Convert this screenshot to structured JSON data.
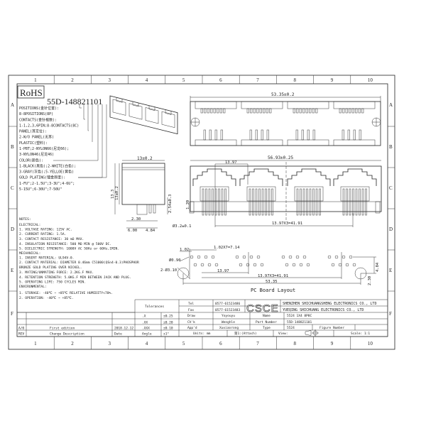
{
  "grid": {
    "columns": [
      "1",
      "2",
      "3",
      "4",
      "5",
      "6",
      "7",
      "8",
      "9",
      "10"
    ],
    "rows": [
      "A",
      "B",
      "C",
      "D",
      "E",
      "F"
    ]
  },
  "rohs": "RoHS",
  "part_code": "55D-148821101",
  "legend": [
    "POSITIONS(金针位置):",
    "8-8POSITIONS(8P)",
    "CONTACTS(金针根数):",
    "1-1,2,3,6PIN;8-8CONTACTS(8C)",
    "PANEL(耳定位):",
    "2-W/O PANEL(无耳)",
    "PLASTIC(塑料):",
    "1-PBT;2-NYLON66(尼龙66);",
    "3-NYLON46(尼龙46)",
    "COLOR(颜色):",
    "1-BLACK(黑色);2-WHITE(白色);",
    "3-GRAY(灰色);5-YELLOE(黄色)",
    "GOLD PLATING(镀金厚度):",
    "1-FU\";2-1.5U\";3-3U\";4-6U\";",
    "5-15U\";6-30U\";7-50U\""
  ],
  "notes": [
    "NOTES:",
    "ELECTRICAL:",
    "1. VOLTAGE RATING: 125V AC.",
    "2. CURRENT RATING: 1.5A.",
    "3. CONTACT RESISTANCE: 30 mΩ MAX.",
    "4. INSULATION RESISTANCE: 500 MΩ MIN @ 500V DC.",
    "5. DIELECTRIC STRENGTH: 1000V AC 50Hz or 60Hz,1MIN.",
    "MECHANICAL:",
    "1. INSERT MATERIAL: UL94V-0.",
    "2. CONTACT MATERIAL: DIAMETER 0.46mm C51000(QSn4-0.3)PHOSPHOR",
    "   BRONZE GOLD PLATING OVER NICKEL.",
    "3. MATING/UNMATING FORCE: 2.2KG.F MAX.",
    "4. RETENTION STRENGTH: 5.0KG.F MIN BETWEEN JACK AND PLUG.",
    "5. OPERATING LIFE: 750 CYCLES MIN.",
    "ENVIRONMENTAL:",
    "1. STORAGE: -40℃ ~ +85℃ RELATIVE HUMIDITY<70%.",
    "2. OPERATION: -40℃ ~ +85℃."
  ],
  "dimensions": {
    "top_width": "53.35±0.2",
    "side_width": "13±0.2",
    "side_height_outer": "13.3",
    "side_height": "13±0.2",
    "side_pin": "2.54±0.3",
    "side_a": "2.30",
    "side_b": "6.00",
    "side_c": "4.84",
    "front_width": "56.93±0.25",
    "front_pitch": "13.97",
    "front_pin_height": "1.20",
    "front_peg": "Ø3.2±0.1",
    "front_span": "13.97X3=41.91",
    "pcb_pitch_small": "1.02",
    "pcb_pitch_total": "1.02X7=7.14",
    "pcb_hole": "Ø0.90",
    "pcb_peg": "2-Ø3.10",
    "pcb_pitch": "13.97",
    "pcb_span": "13.97X3=41.91",
    "pcb_total": "53.35",
    "pcb_row": "4.84",
    "pcb_offset": "2.30"
  },
  "pcb_title": "PC Board Layout",
  "title_block": {
    "tolerances_label": "Tolerances",
    "tolerances": [
      {
        "key": ".X",
        "value": "±0.25"
      },
      {
        "key": ".XX",
        "value": "±0.20"
      },
      {
        "key": ".XXX",
        "value": "±0.10"
      },
      {
        "key": "Angle",
        "value": "±1°"
      }
    ],
    "tel_label": "Tel",
    "tel": "0577-61523486",
    "fax_label": "Fax",
    "fax": "0577-61523483",
    "logo": "CSCE",
    "company_1": "SHENZHEN SHICHUANGSHENG ELECTRONICS CO., LTD",
    "company_2": "YUEQING SHICHUANG ELECTRONICS CO., LTD",
    "draw_label": "Draw",
    "draw": "Yoyouyu",
    "check_label": "Ch'k",
    "check": "Wenghle",
    "approve_label": "App'd",
    "approve": "Xuxiaorong",
    "name_label": "Name",
    "name": "5524 1X4 8P8C",
    "part_label": "Part Number",
    "part": "55D-148821101",
    "type_label": "Type",
    "type": "5524",
    "figure_label": "Figure Number",
    "units": "Units: mm",
    "sheet": "第1:(Attach)",
    "view_label": "View:",
    "scale": "Scale: 1:1",
    "revisions": [
      {
        "rev": "A/0",
        "desc": "First edition",
        "date": "2018.12.12"
      },
      {
        "rev": "REV",
        "desc": "Change Description",
        "date": "Date"
      }
    ]
  }
}
